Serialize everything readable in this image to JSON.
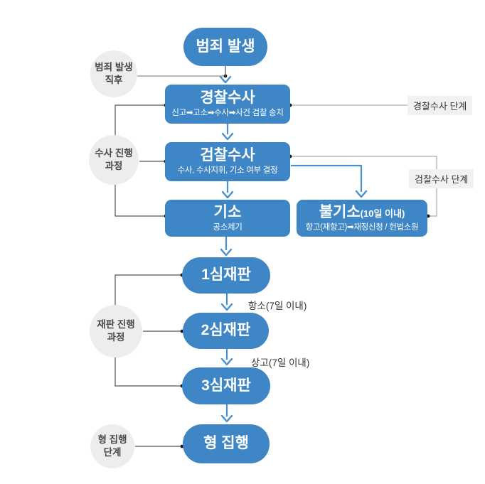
{
  "palette": {
    "node_blue": "#3e86c5",
    "arrow_blue": "#4791d0",
    "circle_gray": "#ededed",
    "label_bg": "#f1f1f1",
    "text_dark": "#333333"
  },
  "flow": {
    "crime": {
      "label": "범죄 발생"
    },
    "police": {
      "title": "경찰수사",
      "subtitle": "신고➡고소➡수사➡사건 검찰 송치"
    },
    "prosecution": {
      "title": "검찰수사",
      "subtitle": "수사, 수사지휘, 기소 여부 결정"
    },
    "indictment": {
      "title": "기소",
      "subtitle": "공소제기"
    },
    "non_indictment": {
      "title": "불기소",
      "note": "(10일 이내)",
      "subtitle": "항고(재항고)➡재정신청 / 헌법소원"
    },
    "trial1": {
      "label": "1심재판"
    },
    "trial2": {
      "label": "2심재판"
    },
    "trial3": {
      "label": "3심재판"
    },
    "execution": {
      "label": "형 집행"
    }
  },
  "side_circles": {
    "after_crime": {
      "lines": [
        "범죄 발생",
        "직후"
      ]
    },
    "investigation": {
      "lines": [
        "수사 진행",
        "과정"
      ]
    },
    "trial": {
      "lines": [
        "재판 진행",
        "과정"
      ]
    },
    "execution": {
      "lines": [
        "형 집행",
        "단계"
      ]
    }
  },
  "stage_labels": {
    "police": "경찰수사 단계",
    "prosecution": "검찰수사 단계"
  },
  "edge_labels": {
    "appeal": "항소(7일 이내)",
    "final_appeal": "상고(7일 이내)"
  }
}
